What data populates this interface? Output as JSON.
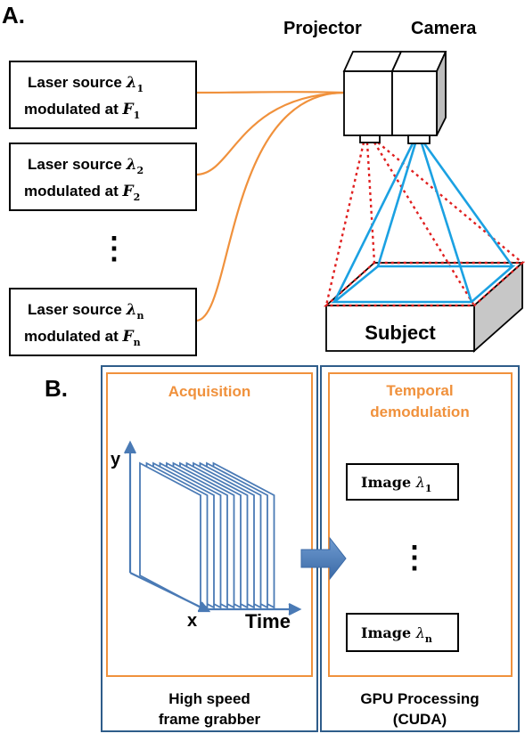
{
  "panel_a": {
    "label": "A.",
    "projector": "Projector",
    "camera": "Camera",
    "subject": "Subject",
    "ellipsis": "⋮",
    "sources": [
      {
        "line1": "Laser source ",
        "lambda": "λ",
        "lsub": "1",
        "line2": "modulated at ",
        "freq": "F",
        "fsub": "1"
      },
      {
        "line1": "Laser source ",
        "lambda": "λ",
        "lsub": "2",
        "line2": "modulated at ",
        "freq": "F",
        "fsub": "2"
      },
      {
        "line1": "Laser source ",
        "lambda": "λ",
        "lsub": "n",
        "line2": "modulated at ",
        "freq": "F",
        "fsub": "n"
      }
    ]
  },
  "panel_b": {
    "label": "B.",
    "acquisition": "Acquisition",
    "grabber_line1": "High speed",
    "grabber_line2": "frame grabber",
    "demod_line1": "Temporal",
    "demod_line2": "demodulation",
    "gpu_line1": "GPU Processing",
    "gpu_line2": "(CUDA)",
    "axis_y": "y",
    "axis_x": "x",
    "axis_time": "Time",
    "ellipsis": "⋮",
    "image_prefix": "Image ",
    "images": [
      {
        "lambda": "λ",
        "sub": "1"
      },
      {
        "lambda": "λ",
        "sub": "n"
      }
    ]
  },
  "colors": {
    "fiber": "#f0913c",
    "camera_ray": "#1ba1e2",
    "projector_ray": "#e02020",
    "panel_border": "#2f5d8a",
    "frame_blue": "#4a7ab5",
    "orange_box": "#f0913c"
  }
}
